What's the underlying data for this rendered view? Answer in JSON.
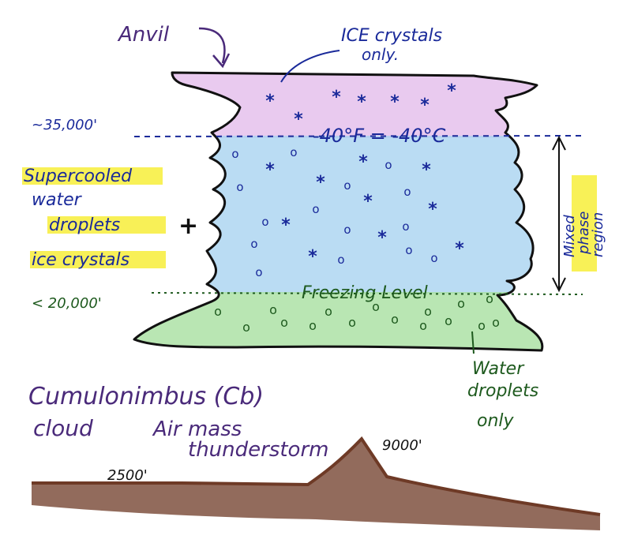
{
  "labels": {
    "anvil": "Anvil",
    "ice_crystals_only_line1": "ICE crystals",
    "ice_crystals_only_line2": "only.",
    "altitude_high": "~35,000'",
    "temperature_line": "-40°F = -40°C",
    "supercooled_line1": "Supercooled",
    "supercooled_line2": "water",
    "supercooled_line3": "droplets",
    "plus": "+",
    "ice_crystals": "ice crystals",
    "mixed_phase_line1": "Mixed",
    "mixed_phase_line2": "phase",
    "mixed_phase_line3": "region",
    "altitude_low": "< 20,000'",
    "freezing_level": "Freezing Level",
    "water_droplets_line1": "Water",
    "water_droplets_line2": "droplets",
    "water_droplets_line3": "only",
    "cloud_name_line1": "Cumulonimbus (Cb)",
    "cloud_name_line2": "cloud",
    "storm_type_line1": "Air mass",
    "storm_type_line2": "thunderstorm",
    "elevation_ground": "2500'",
    "elevation_peak": "9000'"
  },
  "colors": {
    "ink": "#111111",
    "blue_ink": "#1a2a9a",
    "purple_ink": "#4a2a7a",
    "green_ink": "#1e5a1e",
    "highlight": "#f7ee3a",
    "ice_zone": "#e2b8ea",
    "mixed_zone": "#a9d3f0",
    "water_zone": "#a8e0a0",
    "ground": "#6e3a26"
  },
  "symbols": {
    "ice_crystal": "*",
    "water_droplet": "o"
  }
}
